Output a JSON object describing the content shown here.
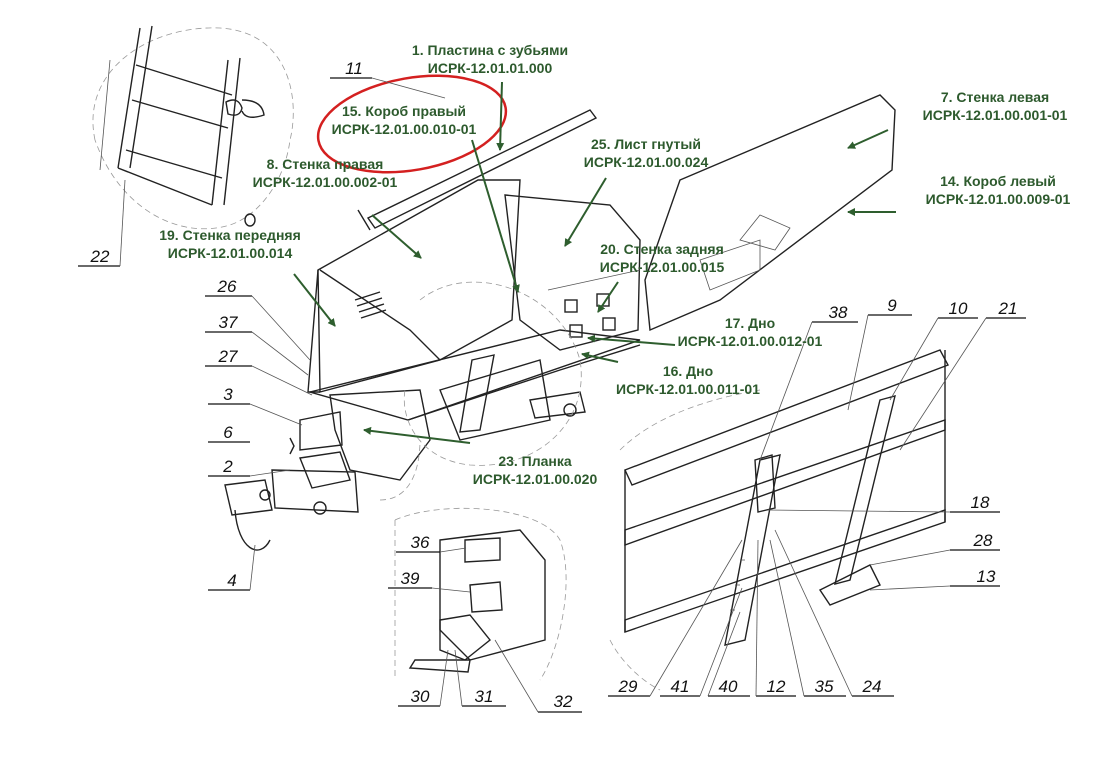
{
  "colors": {
    "label_text": "#2d5a2d",
    "arrow": "#2e5e2e",
    "highlight_ellipse": "#d42020",
    "ref_numbers": "#111111"
  },
  "part_labels": [
    {
      "id": "p1",
      "number_name": "1. Пластина с зубьями",
      "code": "ИСРК-12.01.01.000"
    },
    {
      "id": "p15",
      "number_name": "15. Короб правый",
      "code": "ИСРК-12.01.00.010-01"
    },
    {
      "id": "p7",
      "number_name": "7. Стенка левая",
      "code": "ИСРК-12.01.00.001-01"
    },
    {
      "id": "p25",
      "number_name": "25. Лист гнутый",
      "code": "ИСРК-12.01.00.024"
    },
    {
      "id": "p8",
      "number_name": "8. Стенка правая",
      "code": "ИСРК-12.01.00.002-01"
    },
    {
      "id": "p14",
      "number_name": "14. Короб левый",
      "code": "ИСРК-12.01.00.009-01"
    },
    {
      "id": "p19",
      "number_name": "19. Стенка передняя",
      "code": "ИСРК-12.01.00.014"
    },
    {
      "id": "p20",
      "number_name": "20. Стенка задняя",
      "code": "ИСРК-12.01.00.015"
    },
    {
      "id": "p17",
      "number_name": "17. Дно",
      "code": "ИСРК-12.01.00.012-01"
    },
    {
      "id": "p16",
      "number_name": "16. Дно",
      "code": "ИСРК-12.01.00.011-01"
    },
    {
      "id": "p23",
      "number_name": "23. Планка",
      "code": "ИСРК-12.01.00.020"
    }
  ],
  "ref_numbers": [
    "11",
    "22",
    "26",
    "37",
    "27",
    "3",
    "6",
    "2",
    "4",
    "38",
    "9",
    "10",
    "21",
    "18",
    "28",
    "13",
    "36",
    "39",
    "30",
    "31",
    "32",
    "29",
    "41",
    "40",
    "12",
    "35",
    "24"
  ]
}
